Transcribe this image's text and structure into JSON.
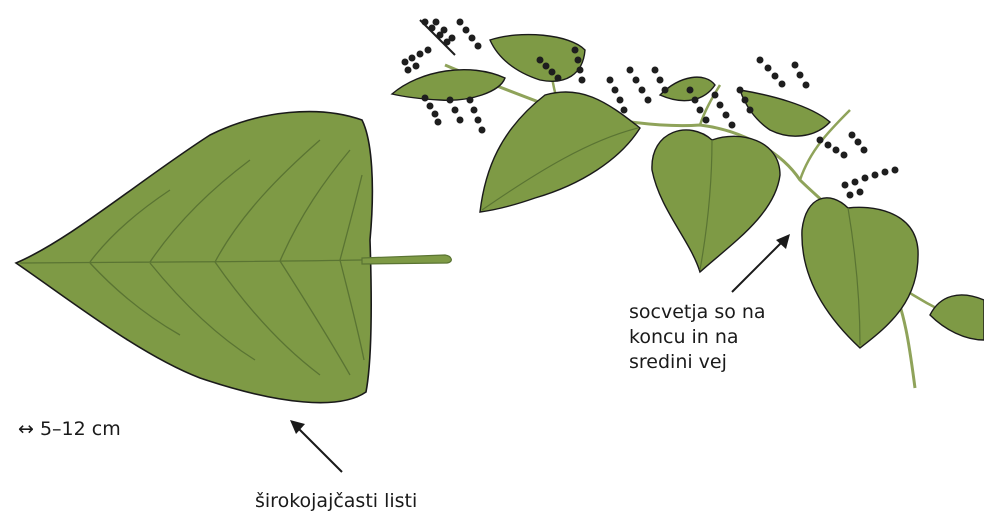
{
  "labels": {
    "size": "↔ 5–12 cm",
    "leaf": "širokojajčasti listi",
    "inflorescence": [
      "socvetja so na",
      "koncu in na",
      "sredini vej"
    ]
  },
  "colors": {
    "leaf_fill": "#7e9a45",
    "leaf_outline": "#1a1a1a",
    "vein": "#5a7433",
    "stem": "#8fa35a",
    "flower": "#1e1e1e",
    "arrow": "#1a1a1a",
    "background": "#ffffff"
  }
}
